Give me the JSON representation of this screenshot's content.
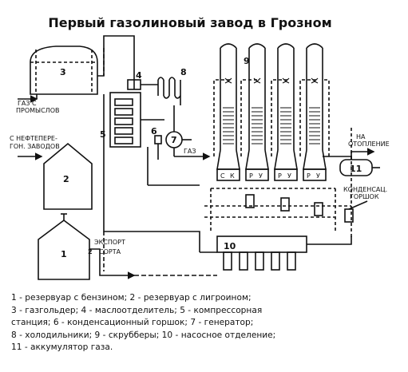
{
  "title": "Первый газолиновый завод в Грозном",
  "labels": {
    "gas_from_oilfields_1": "ГАЗ С",
    "gas_from_oilfields_2": "ПРОМЫСЛОВ",
    "from_refineries_1": "С НЕФТЕПЕРЕ-",
    "from_refineries_2": "ГОН. ЗАВОДОВ",
    "export_1": "ЭКСПОРТ",
    "export_2": "2",
    "export_3": "СОРТА",
    "gas": "ГАЗ",
    "to_heating_1": "НА",
    "to_heating_2": "ОТОПЛЕНИЕ",
    "condensate_1": "КОНДЕНСАЦ.",
    "condensate_2": "ГОРШОК",
    "scrubber_letters": [
      "С",
      "К",
      "Р",
      "У",
      "Р",
      "У",
      "Р",
      "У"
    ]
  },
  "numbers": {
    "n1": "1",
    "n2": "2",
    "n3": "3",
    "n4": "4",
    "n5": "5",
    "n6": "6",
    "n7": "7",
    "n8": "8",
    "n9": "9",
    "n10": "10",
    "n11": "11"
  },
  "legend": [
    "1 - резервуар с бензином; 2 - резервуар с лигроином;",
    "3 - газгольдер; 4 - маслоотделитель; 5 - компрессорная",
    "станция; 6 - конденсационный горшок; 7 - генератор;",
    "8 - холодильники; 9 - скрубберы; 10 - насосное отделение;",
    "11 - аккумулятор газа."
  ]
}
